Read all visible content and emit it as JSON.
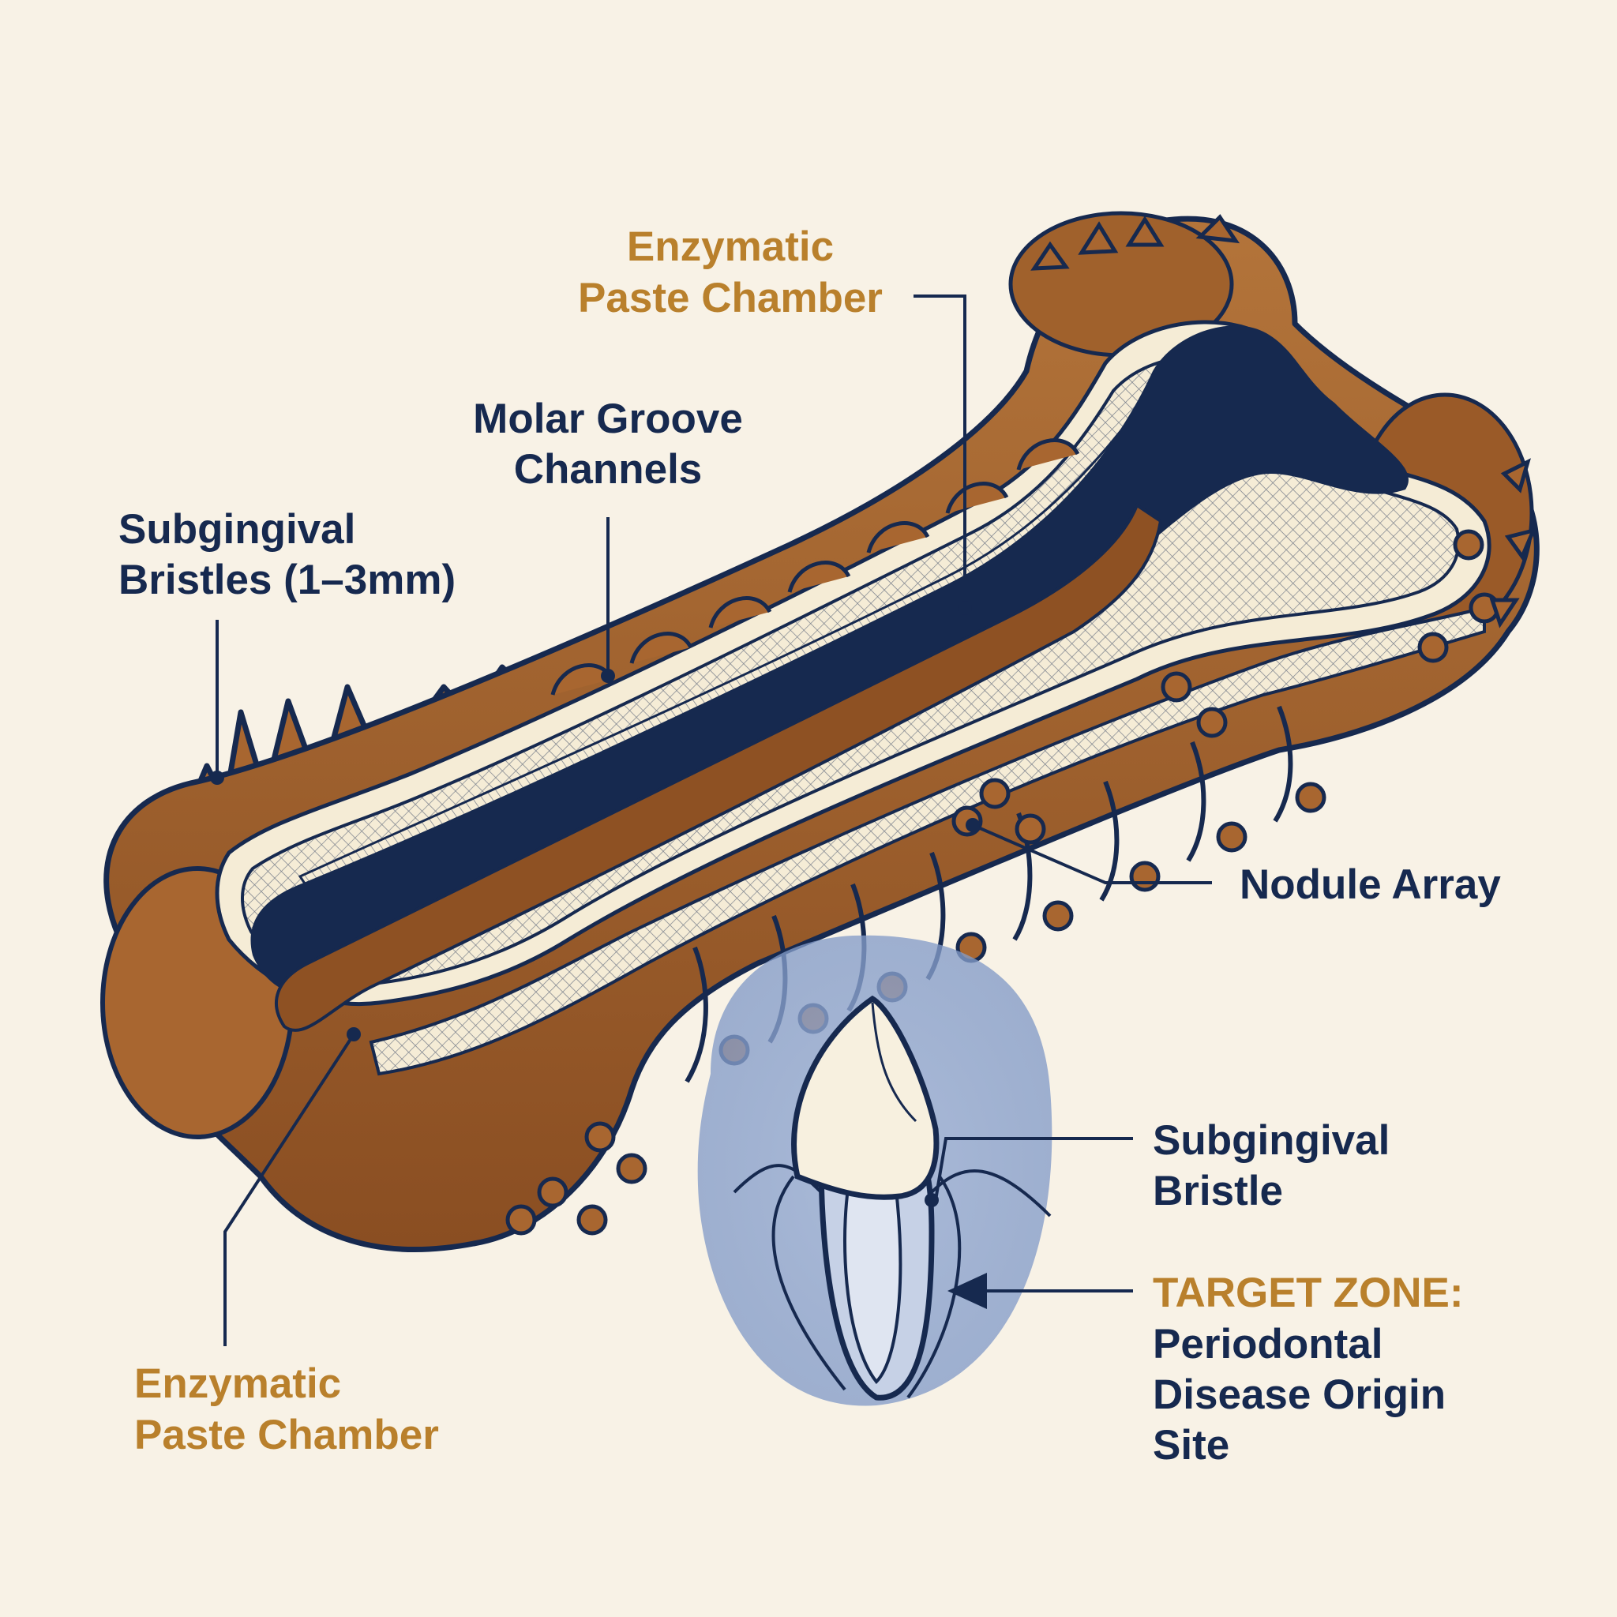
{
  "labels": {
    "enzymatic_top": {
      "line1": "Enzymatic",
      "line2": "Paste Chamber"
    },
    "molar_groove": {
      "line1": "Molar Groove",
      "line2": "Channels"
    },
    "bristles": {
      "line1": "Subgingival",
      "line2": "Bristles (1–3mm)"
    },
    "nodule_array": {
      "line1": "Nodule Array"
    },
    "subgingival_bristle": {
      "line1": "Subgingival",
      "line2": "Bristle"
    },
    "target_zone": {
      "heading": "TARGET ZONE:",
      "line1": "Periodontal",
      "line2": "Disease Origin",
      "line3": "Site"
    },
    "enzymatic_bottom": {
      "line1": "Enzymatic",
      "line2": "Paste Chamber"
    }
  },
  "colors": {
    "background": "#f8f2e6",
    "bone": "#9c5a28",
    "navy": "#16294f",
    "gold": "#b9802c",
    "cream": "#f5ecd6",
    "gum": "#8ea4cc"
  }
}
